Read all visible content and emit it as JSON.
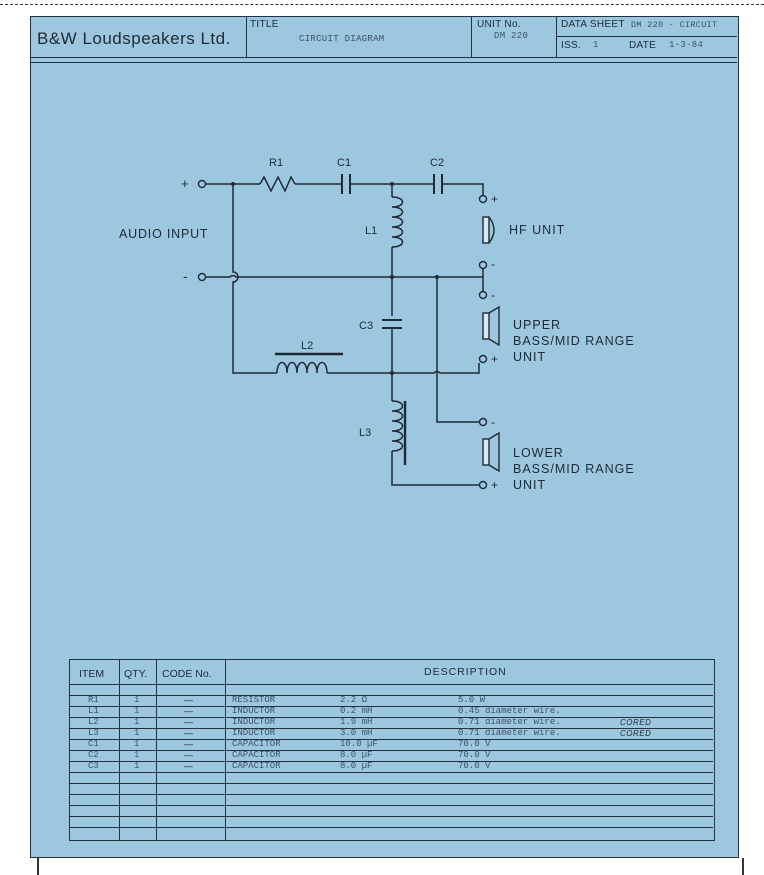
{
  "title_block": {
    "company": "B&W Loudspeakers Ltd.",
    "title_label": "TITLE",
    "title_value": "CIRCUIT DIAGRAM",
    "unit_no_label": "UNIT No.",
    "unit_no_value": "DM 220",
    "data_sheet_label": "DATA SHEET",
    "data_sheet_value": "DM 220 - CIRCUIT",
    "issue_label": "ISS.",
    "issue_value": "1",
    "date_label": "DATE",
    "date_value": "1-3-84"
  },
  "diagram": {
    "plus_terminal": "+",
    "minus_terminal": "-",
    "audio_input_label": "AUDIO INPUT",
    "components": {
      "r1": "R1",
      "c1": "C1",
      "c2": "C2",
      "l1": "L1",
      "c3": "C3",
      "l2": "L2",
      "l3": "L3"
    },
    "outputs": {
      "hf_plus": "+",
      "hf_minus": "-",
      "hf_unit": "HF UNIT",
      "upper_minus": "-",
      "upper_plus": "+",
      "upper_line1": "UPPER",
      "upper_line2": "BASS/MID RANGE",
      "upper_line3": "UNIT",
      "lower_minus": "-",
      "lower_plus": "+",
      "lower_line1": "LOWER",
      "lower_line2": "BASS/MID RANGE",
      "lower_line3": "UNIT"
    }
  },
  "parts_table": {
    "headers": {
      "item": "ITEM",
      "qty": "QTY.",
      "code": "CODE No.",
      "description": "DESCRIPTION"
    },
    "rows": [
      {
        "item": "R1",
        "qty": "1",
        "code": "—",
        "type": "RESISTOR",
        "value": "2.2 Ω",
        "spec": "5.0 W",
        "note": ""
      },
      {
        "item": "L1",
        "qty": "1",
        "code": "—",
        "type": "INDUCTOR",
        "value": "0.2 mH",
        "spec": "0.45 diameter wire.",
        "note": ""
      },
      {
        "item": "L2",
        "qty": "1",
        "code": "—",
        "type": "INDUCTOR",
        "value": "1.9 mH",
        "spec": "0.71 diameter wire.",
        "note": "CORED"
      },
      {
        "item": "L3",
        "qty": "1",
        "code": "—",
        "type": "INDUCTOR",
        "value": "3.0 mH",
        "spec": "0.71 diameter wire.",
        "note": "CORED"
      },
      {
        "item": "C1",
        "qty": "1",
        "code": "—",
        "type": "CAPACITOR",
        "value": "10.0 µF",
        "spec": "70.0 V",
        "note": ""
      },
      {
        "item": "C2",
        "qty": "1",
        "code": "—",
        "type": "CAPACITOR",
        "value": "8.0 µF",
        "spec": "70.0 V",
        "note": ""
      },
      {
        "item": "C3",
        "qty": "1",
        "code": "—",
        "type": "CAPACITOR",
        "value": "8.0 µF",
        "spec": "70.0 V",
        "note": ""
      }
    ]
  }
}
